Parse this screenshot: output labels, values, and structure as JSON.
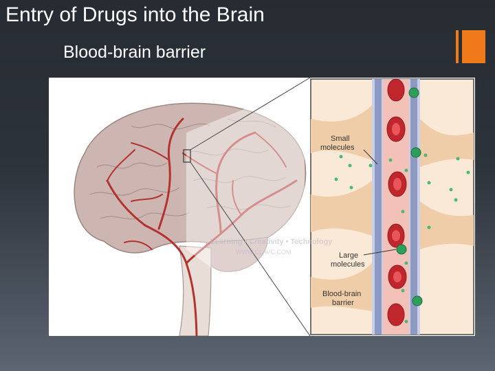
{
  "slide": {
    "title": "Entry of Drugs into the Brain",
    "subtitle": "Blood-brain barrier"
  },
  "figure": {
    "labels": {
      "small_molecules_line1": "Small",
      "small_molecules_line2": "molecules",
      "large_molecules_line1": "Large",
      "large_molecules_line2": "molecules",
      "bbb_line1": "Blood-brain",
      "bbb_line2": "barrier"
    },
    "watermark": {
      "line1": "Learning • Creativity • Technology",
      "line2": "WWW.CLAVC.COM"
    }
  },
  "colors": {
    "background": "#2d333b",
    "accent": "#f07a1a",
    "artery": "#b3322e",
    "brain": "#c9b3ae",
    "red_cell": "#c0272d",
    "green_molecule": "#2e9e5b",
    "vessel_wall": "#8d9bc4",
    "astrocyte": "#f0cda9"
  }
}
